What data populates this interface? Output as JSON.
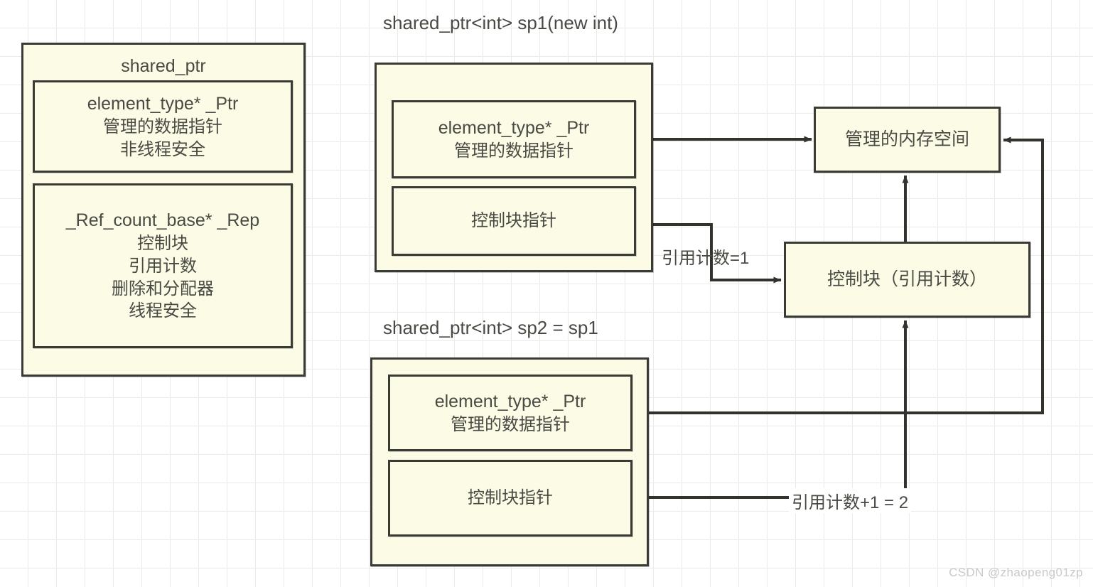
{
  "diagram": {
    "title_left_panel": "shared_ptr",
    "watermark": "CSDN @zhaopeng01zp",
    "left_panel": {
      "header": "shared_ptr",
      "member_ptr": {
        "line1": "element_type* _Ptr",
        "line2": "管理的数据指针",
        "line3": "非线程安全"
      },
      "member_rep": {
        "line1": "_Ref_count_base* _Rep",
        "line2": "控制块",
        "line3": "引用计数",
        "line4": "删除和分配器",
        "line5": "线程安全"
      }
    },
    "sp1": {
      "caption": "shared_ptr<int> sp1(new int)",
      "ptr_field": {
        "line1": "element_type* _Ptr",
        "line2": "管理的数据指针"
      },
      "ctrl_field": {
        "line1": "控制块指针"
      }
    },
    "sp2": {
      "caption": "shared_ptr<int> sp2 = sp1",
      "ptr_field": {
        "line1": "element_type* _Ptr",
        "line2": "管理的数据指针"
      },
      "ctrl_field": {
        "line1": "控制块指针"
      }
    },
    "heap": {
      "memory_block": "管理的内存空间",
      "control_block": "控制块（引用计数）"
    },
    "annotations": {
      "refcount_1": "引用计数=1",
      "refcount_2": "引用计数+1 = 2"
    },
    "colors": {
      "box_fill": "#fbfbe6",
      "box_stroke": "#3b3b35",
      "text": "#4a4a44",
      "grid": "#ebebeb",
      "watermark": "#c9c9c9"
    }
  }
}
